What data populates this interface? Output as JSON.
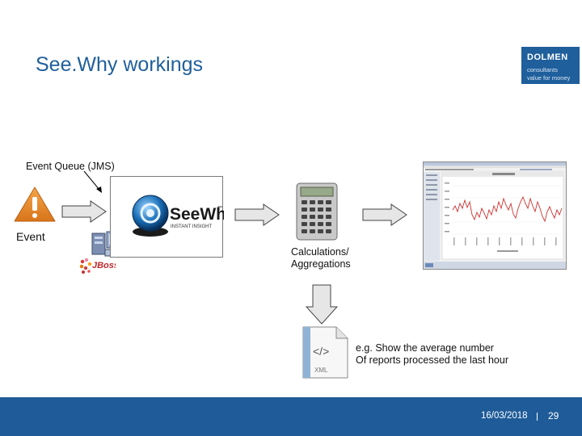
{
  "slide": {
    "title": "See.Why workings",
    "date": "16/03/2018",
    "page_number": "29"
  },
  "logo": {
    "brand": "DOLMEN",
    "tagline_1": "consultants",
    "tagline_2": "value for money"
  },
  "diagram": {
    "event_queue_label": "Event Queue (JMS)",
    "event_label": "Event",
    "seewhy_logo_text": "SeeWhy",
    "seewhy_tm": "™",
    "seewhy_tagline": "INSTANT INSIGHT",
    "jboss_label": "JBoss",
    "calculations_label_1": "Calculations/",
    "calculations_label_2": "Aggregations",
    "xml_label": "XML",
    "xml_tag": "</>",
    "example_line_1": "e.g. Show the average number",
    "example_line_2": "Of reports processed the last hour"
  },
  "colors": {
    "title_blue": "#1f5f9c",
    "footer_blue": "#1e5b98",
    "warning_orange": "#e98b24",
    "chart_line": "#cc3333"
  },
  "icons": [
    "warning-icon",
    "server-icon",
    "seewhy-logo-icon",
    "calculator-icon",
    "xml-file-icon",
    "chart-screenshot"
  ]
}
